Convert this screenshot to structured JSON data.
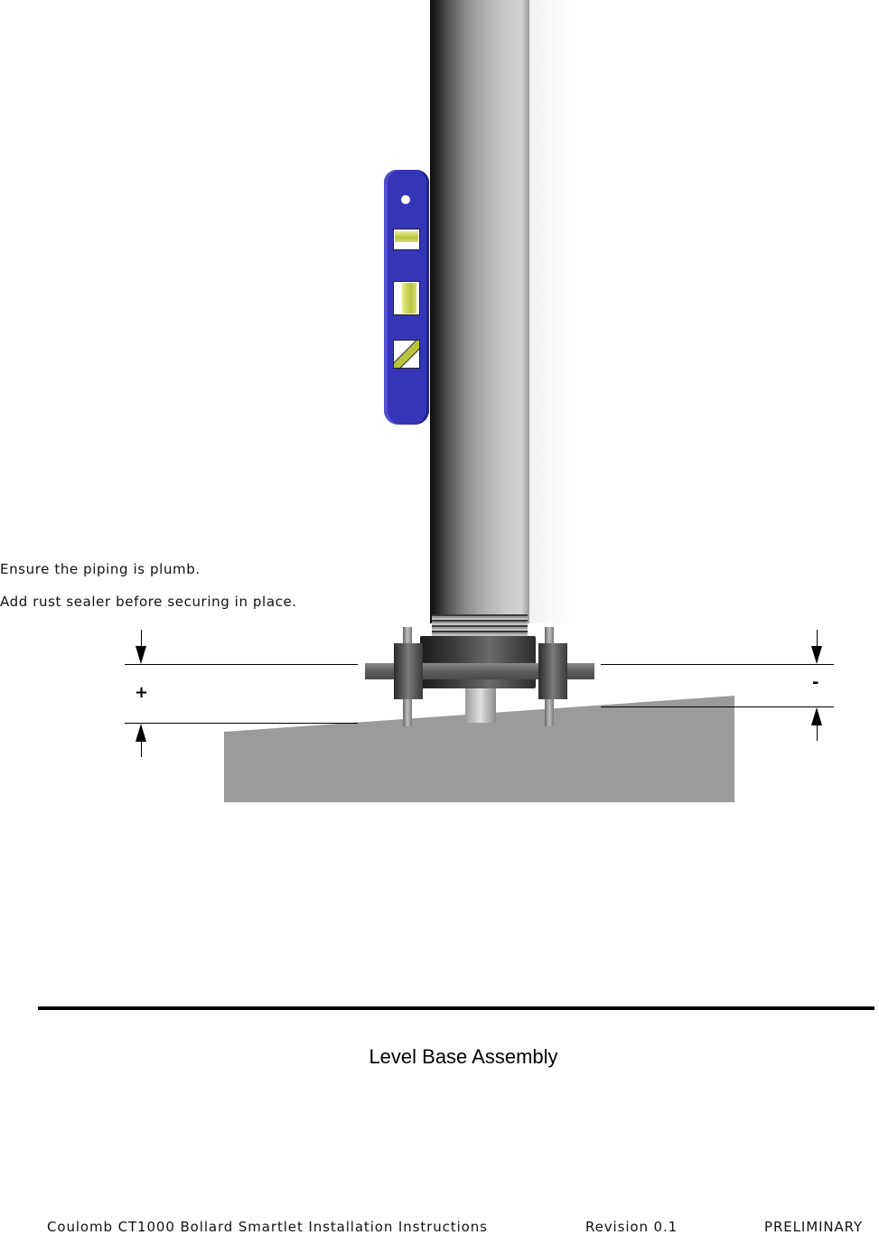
{
  "figure": {
    "notes": [
      "Ensure the piping is plumb.",
      "Add rust sealer before securing in place."
    ],
    "dimension_labels": {
      "left": "+",
      "right": "-"
    },
    "components": {
      "pipe": "vertical-pipe",
      "level": "spirit-level",
      "flange": "base-flange",
      "base": "concrete-base"
    },
    "colors": {
      "level_body": "#3535b8",
      "vial_fluid": "#b8c440",
      "base": "#9b9b9b"
    },
    "caption": "Level Base Assembly"
  },
  "footer": {
    "title": "Coulomb CT1000 Bollard Smartlet Installation Instructions",
    "revision": "Revision 0.1",
    "status": "PRELIMINARY"
  }
}
